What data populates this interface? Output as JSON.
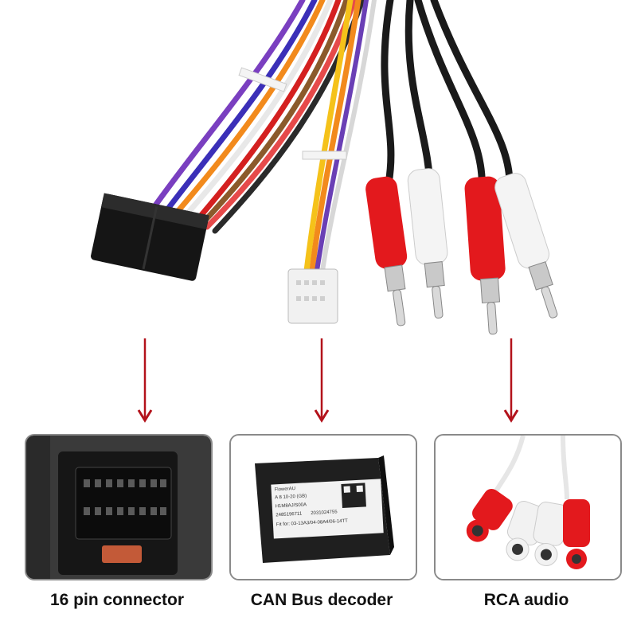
{
  "captions": {
    "connector": "16 pin connector",
    "decoder": "CAN Bus decoder",
    "rca": "RCA audio"
  },
  "decoder_label": {
    "brand": "FlowerAU",
    "line1": "A 8 10-20 (GB)",
    "line2": "H1M8AJ/S00A",
    "line3": "2485196711",
    "line4": "2031024755",
    "line5": "Fit for: 03-13A3/04-08A4/06-14TT"
  },
  "colors": {
    "arrow": "#b3121b",
    "panel_border": "#8a8a8a",
    "rca_red": "#e3191d",
    "rca_white": "#f2f2f2"
  }
}
